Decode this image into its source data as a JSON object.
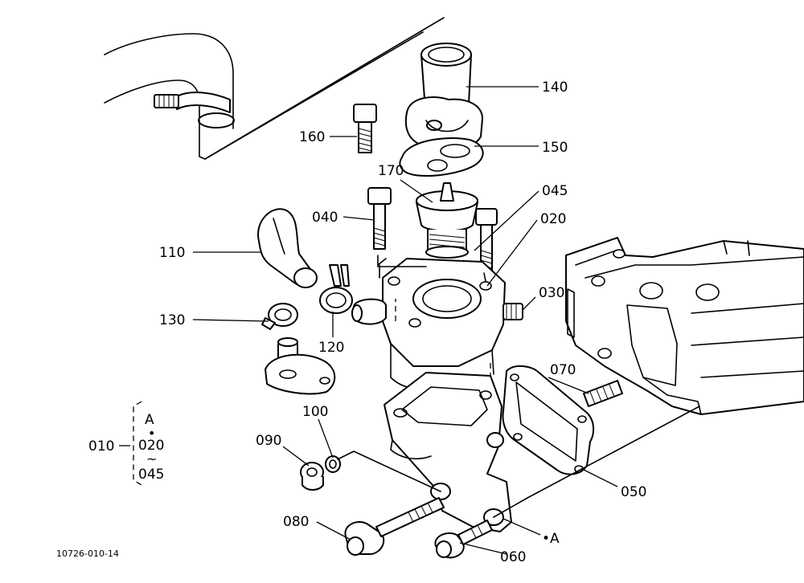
{
  "diagram": {
    "code": "10726-010-14",
    "callouts": {
      "p140": "140",
      "p150": "150",
      "p160": "160",
      "p170": "170",
      "p045": "045",
      "p040": "040",
      "p020": "020",
      "p030": "030",
      "p110": "110",
      "p130": "130",
      "p120": "120",
      "p070": "070",
      "p100": "100",
      "p090": "090",
      "p050": "050",
      "p080": "080",
      "p060": "060",
      "ref_a": "•A"
    },
    "assembly": {
      "number": "010",
      "ref": "A",
      "dot": "•",
      "range_start": "020",
      "range_sep": "~",
      "range_end": "045"
    }
  }
}
